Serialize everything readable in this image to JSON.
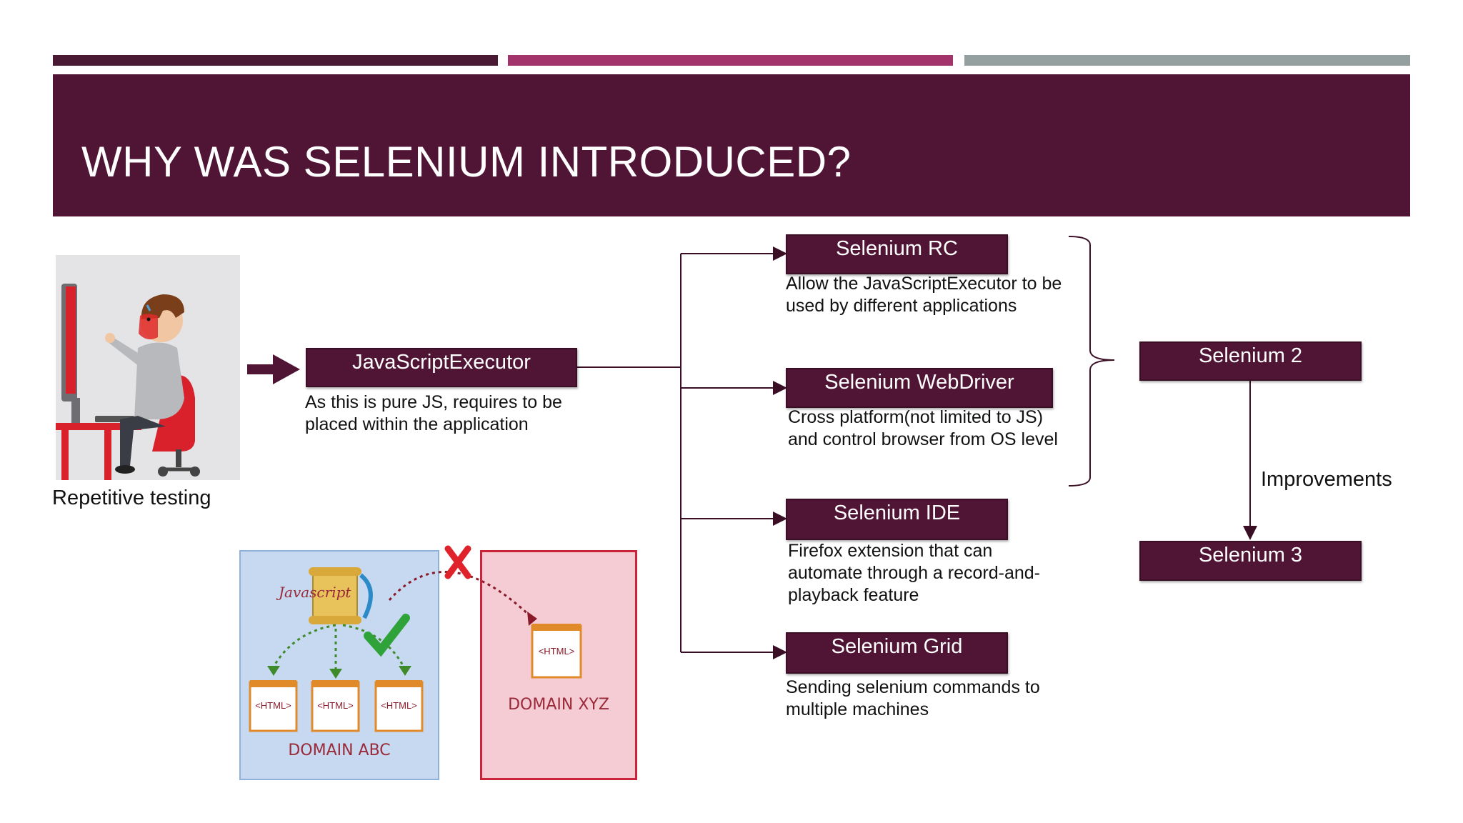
{
  "slide": {
    "title": "WHY WAS SELENIUM INTRODUCED?",
    "colors": {
      "accent": "#501535",
      "bar_1": "#4a1a35",
      "bar_2": "#a3336b",
      "bar_3": "#94a09f",
      "domain_abc_bg": "#c6d9f0",
      "domain_xyz_bg": "#f5ccd3"
    }
  },
  "left_panel": {
    "illustration_icon": "person-at-computer-icon",
    "caption": "Repetitive testing"
  },
  "javascript_executor": {
    "label": "JavaScriptExecutor",
    "description": "As this is pure JS, requires to be placed within the application"
  },
  "components": [
    {
      "label": "Selenium RC",
      "description": "Allow the JavaScriptExecutor to be used by different applications"
    },
    {
      "label": "Selenium WebDriver",
      "description": "Cross platform(not limited to JS) and control browser from OS level"
    },
    {
      "label": "Selenium IDE",
      "description": "Firefox extension that can automate through a record-and-playback feature"
    },
    {
      "label": "Selenium Grid",
      "description": "Sending selenium commands to multiple machines"
    }
  ],
  "versions": {
    "selenium_2": "Selenium 2",
    "selenium_3": "Selenium 3",
    "improvements_label": "Improvements"
  },
  "same_origin_illustration": {
    "script_label": "Javascript",
    "html_tag": "<HTML>",
    "domain_abc": "DOMAIN ABC",
    "domain_xyz": "DOMAIN XYZ",
    "icons": [
      "script-scroll-icon",
      "check-mark-icon",
      "red-x-icon",
      "html-page-icon"
    ]
  }
}
